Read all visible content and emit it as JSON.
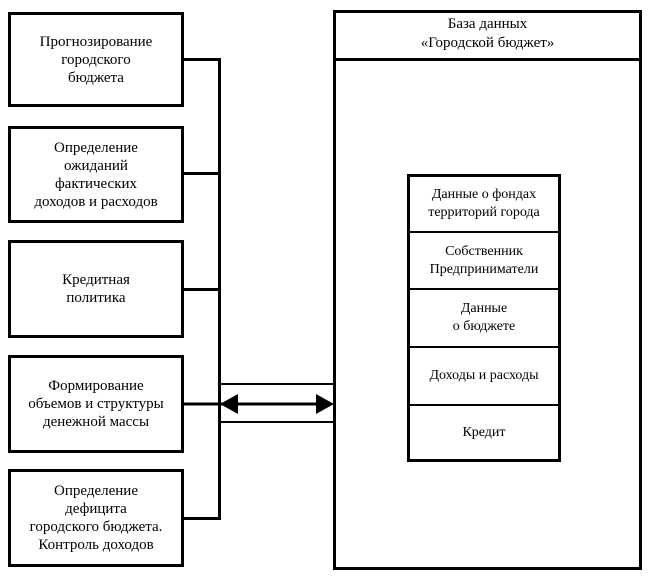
{
  "left_boxes": [
    {
      "label": "Прогнозирование\nгородского\nбюджета"
    },
    {
      "label": "Определение\nожиданий\nфактических\nдоходов и расходов"
    },
    {
      "label": "Кредитная\nполитика"
    },
    {
      "label": "Формирование\nобъемов и структуры\nденежной массы"
    },
    {
      "label": "Определение\nдефицита\nгородского бюджета.\nКонтроль доходов"
    }
  ],
  "database": {
    "title": "База данных\n«Городской бюджет»",
    "sections": [
      {
        "label": "Данные о фондах\nтерриторий города"
      },
      {
        "label": "Собственник\nПредприниматели"
      },
      {
        "label": "Данные\nо бюджете"
      },
      {
        "label": "Доходы и расходы"
      },
      {
        "label": "Кредит"
      }
    ]
  }
}
